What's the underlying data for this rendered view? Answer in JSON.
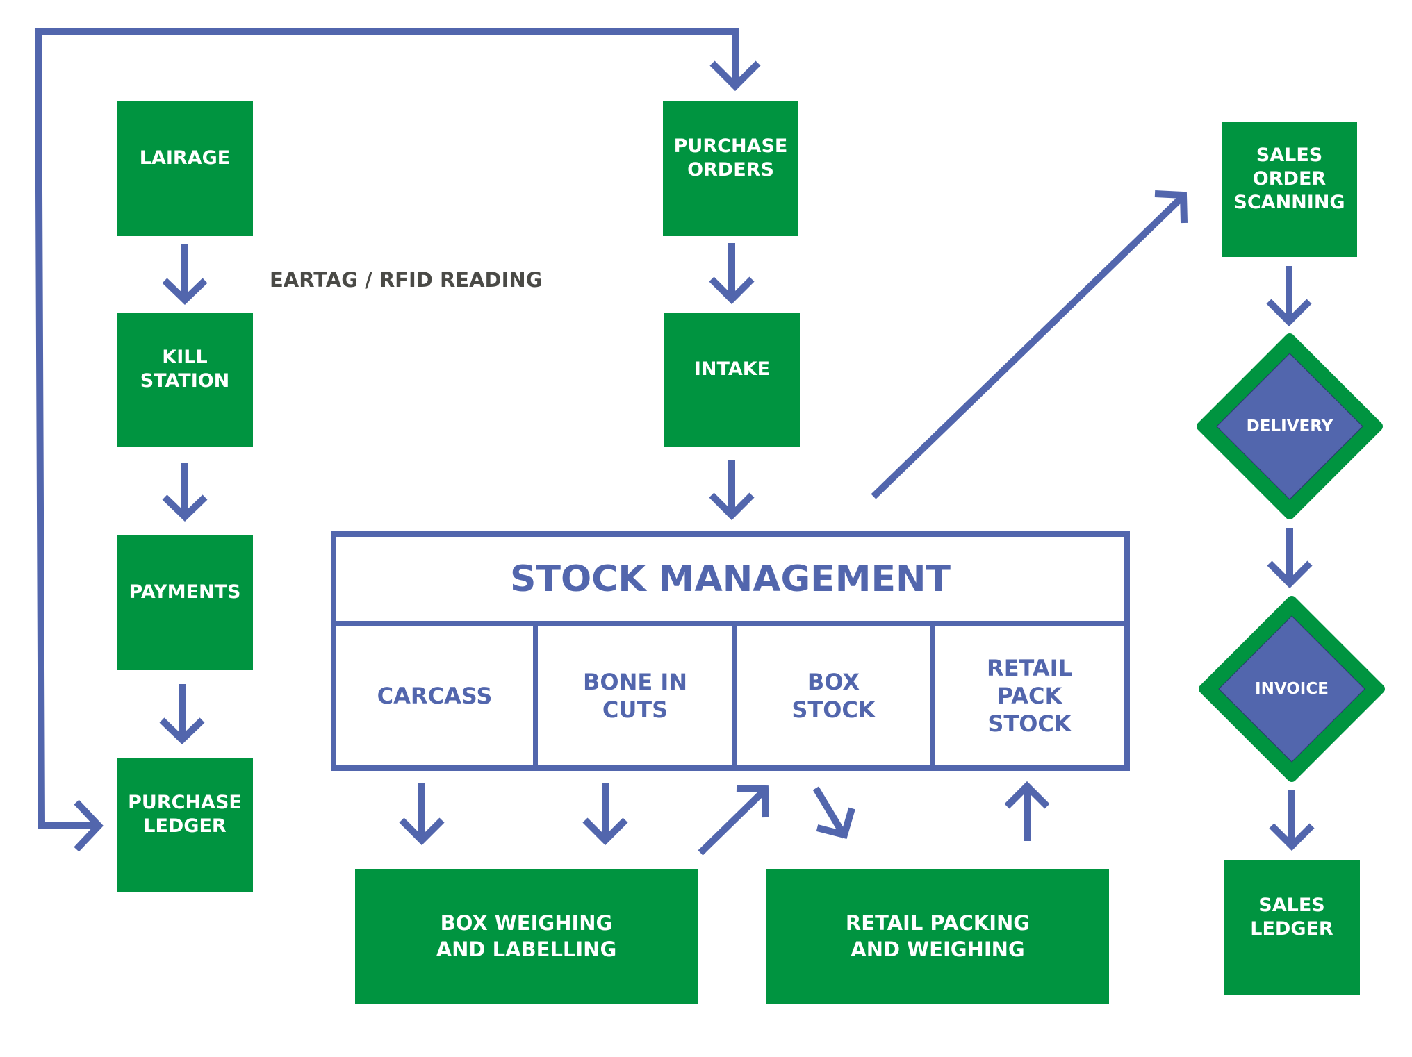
{
  "colors": {
    "green": "#009440",
    "blue": "#5266ad",
    "note_text": "#4a4a46",
    "background": "#ffffff"
  },
  "nodes": {
    "lairage": "LAIRAGE",
    "kill_station": "KILL\nSTATION",
    "payments": "PAYMENTS",
    "purchase_ledger": "PURCHASE\nLEDGER",
    "purchase_orders": "PURCHASE\nORDERS",
    "intake": "INTAKE",
    "sales_order_scanning": "SALES ORDER\nSCANNING",
    "delivery": "DELIVERY",
    "invoice": "INVOICE",
    "sales_ledger": "SALES\nLEDGER",
    "box_weighing": "BOX WEIGHING\nAND LABELLING",
    "retail_packing": "RETAIL PACKING\nAND WEIGHING"
  },
  "annotation": "EARTAG / RFID READING",
  "stock_management": {
    "title": "STOCK MANAGEMENT",
    "cells": [
      "CARCASS",
      "BONE IN\nCUTS",
      "BOX\nSTOCK",
      "RETAIL\nPACK\nSTOCK"
    ]
  },
  "edges": [
    {
      "from": "lairage",
      "to": "kill_station"
    },
    {
      "from": "kill_station",
      "to": "payments"
    },
    {
      "from": "payments",
      "to": "purchase_ledger"
    },
    {
      "from": "purchase_ledger",
      "to": "purchase_orders",
      "route": "loop"
    },
    {
      "from": "purchase_orders",
      "to": "intake"
    },
    {
      "from": "intake",
      "to": "stock_management"
    },
    {
      "from": "stock_management",
      "to": "sales_order_scanning"
    },
    {
      "from": "sales_order_scanning",
      "to": "delivery"
    },
    {
      "from": "delivery",
      "to": "invoice"
    },
    {
      "from": "invoice",
      "to": "sales_ledger"
    },
    {
      "from": "carcass",
      "to": "box_weighing"
    },
    {
      "from": "bone_in_cuts",
      "to": "box_weighing"
    },
    {
      "from": "box_weighing",
      "to": "box_stock"
    },
    {
      "from": "box_stock",
      "to": "retail_packing"
    },
    {
      "from": "retail_packing",
      "to": "retail_pack_stock"
    }
  ]
}
